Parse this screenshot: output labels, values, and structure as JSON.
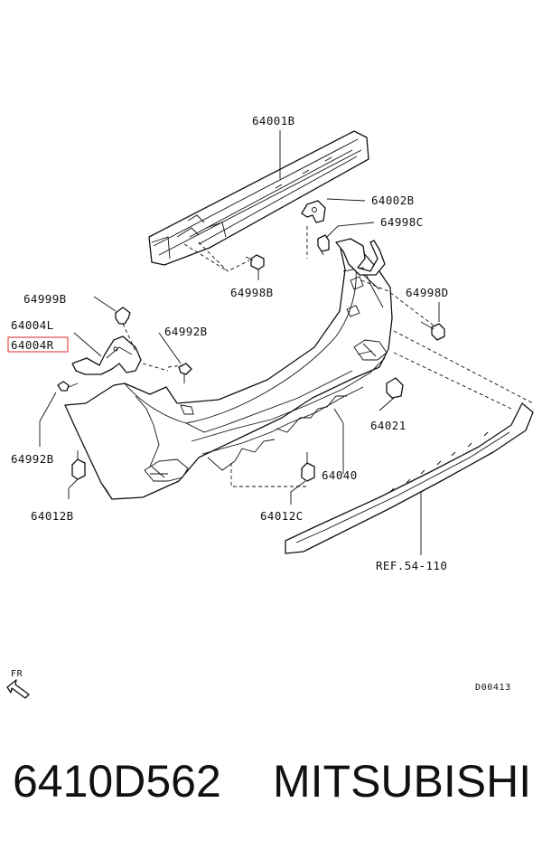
{
  "diagram": {
    "labels": {
      "reinforcement": "64001B",
      "bracket_center": "64002B",
      "clip_upper": "64998C",
      "bolt_left": "64998B",
      "bolt_right": "64998D",
      "clip_left": "64999B",
      "bracket_l": "64004L",
      "bracket_r": "64004R",
      "screw_upper": "64992B",
      "screw_lower": "64992B",
      "reflector_bracket": "64021",
      "cover": "64040",
      "nut_left": "64012B",
      "nut_center": "64012C",
      "reference": "REF.54-110"
    },
    "direction_label": "FR",
    "drawing_code": "D00413"
  },
  "footer": {
    "part_number": "6410D562",
    "brand": "MITSUBISHI"
  },
  "colors": {
    "line": "#111111",
    "highlight": "#e03b3b",
    "background": "#ffffff"
  }
}
